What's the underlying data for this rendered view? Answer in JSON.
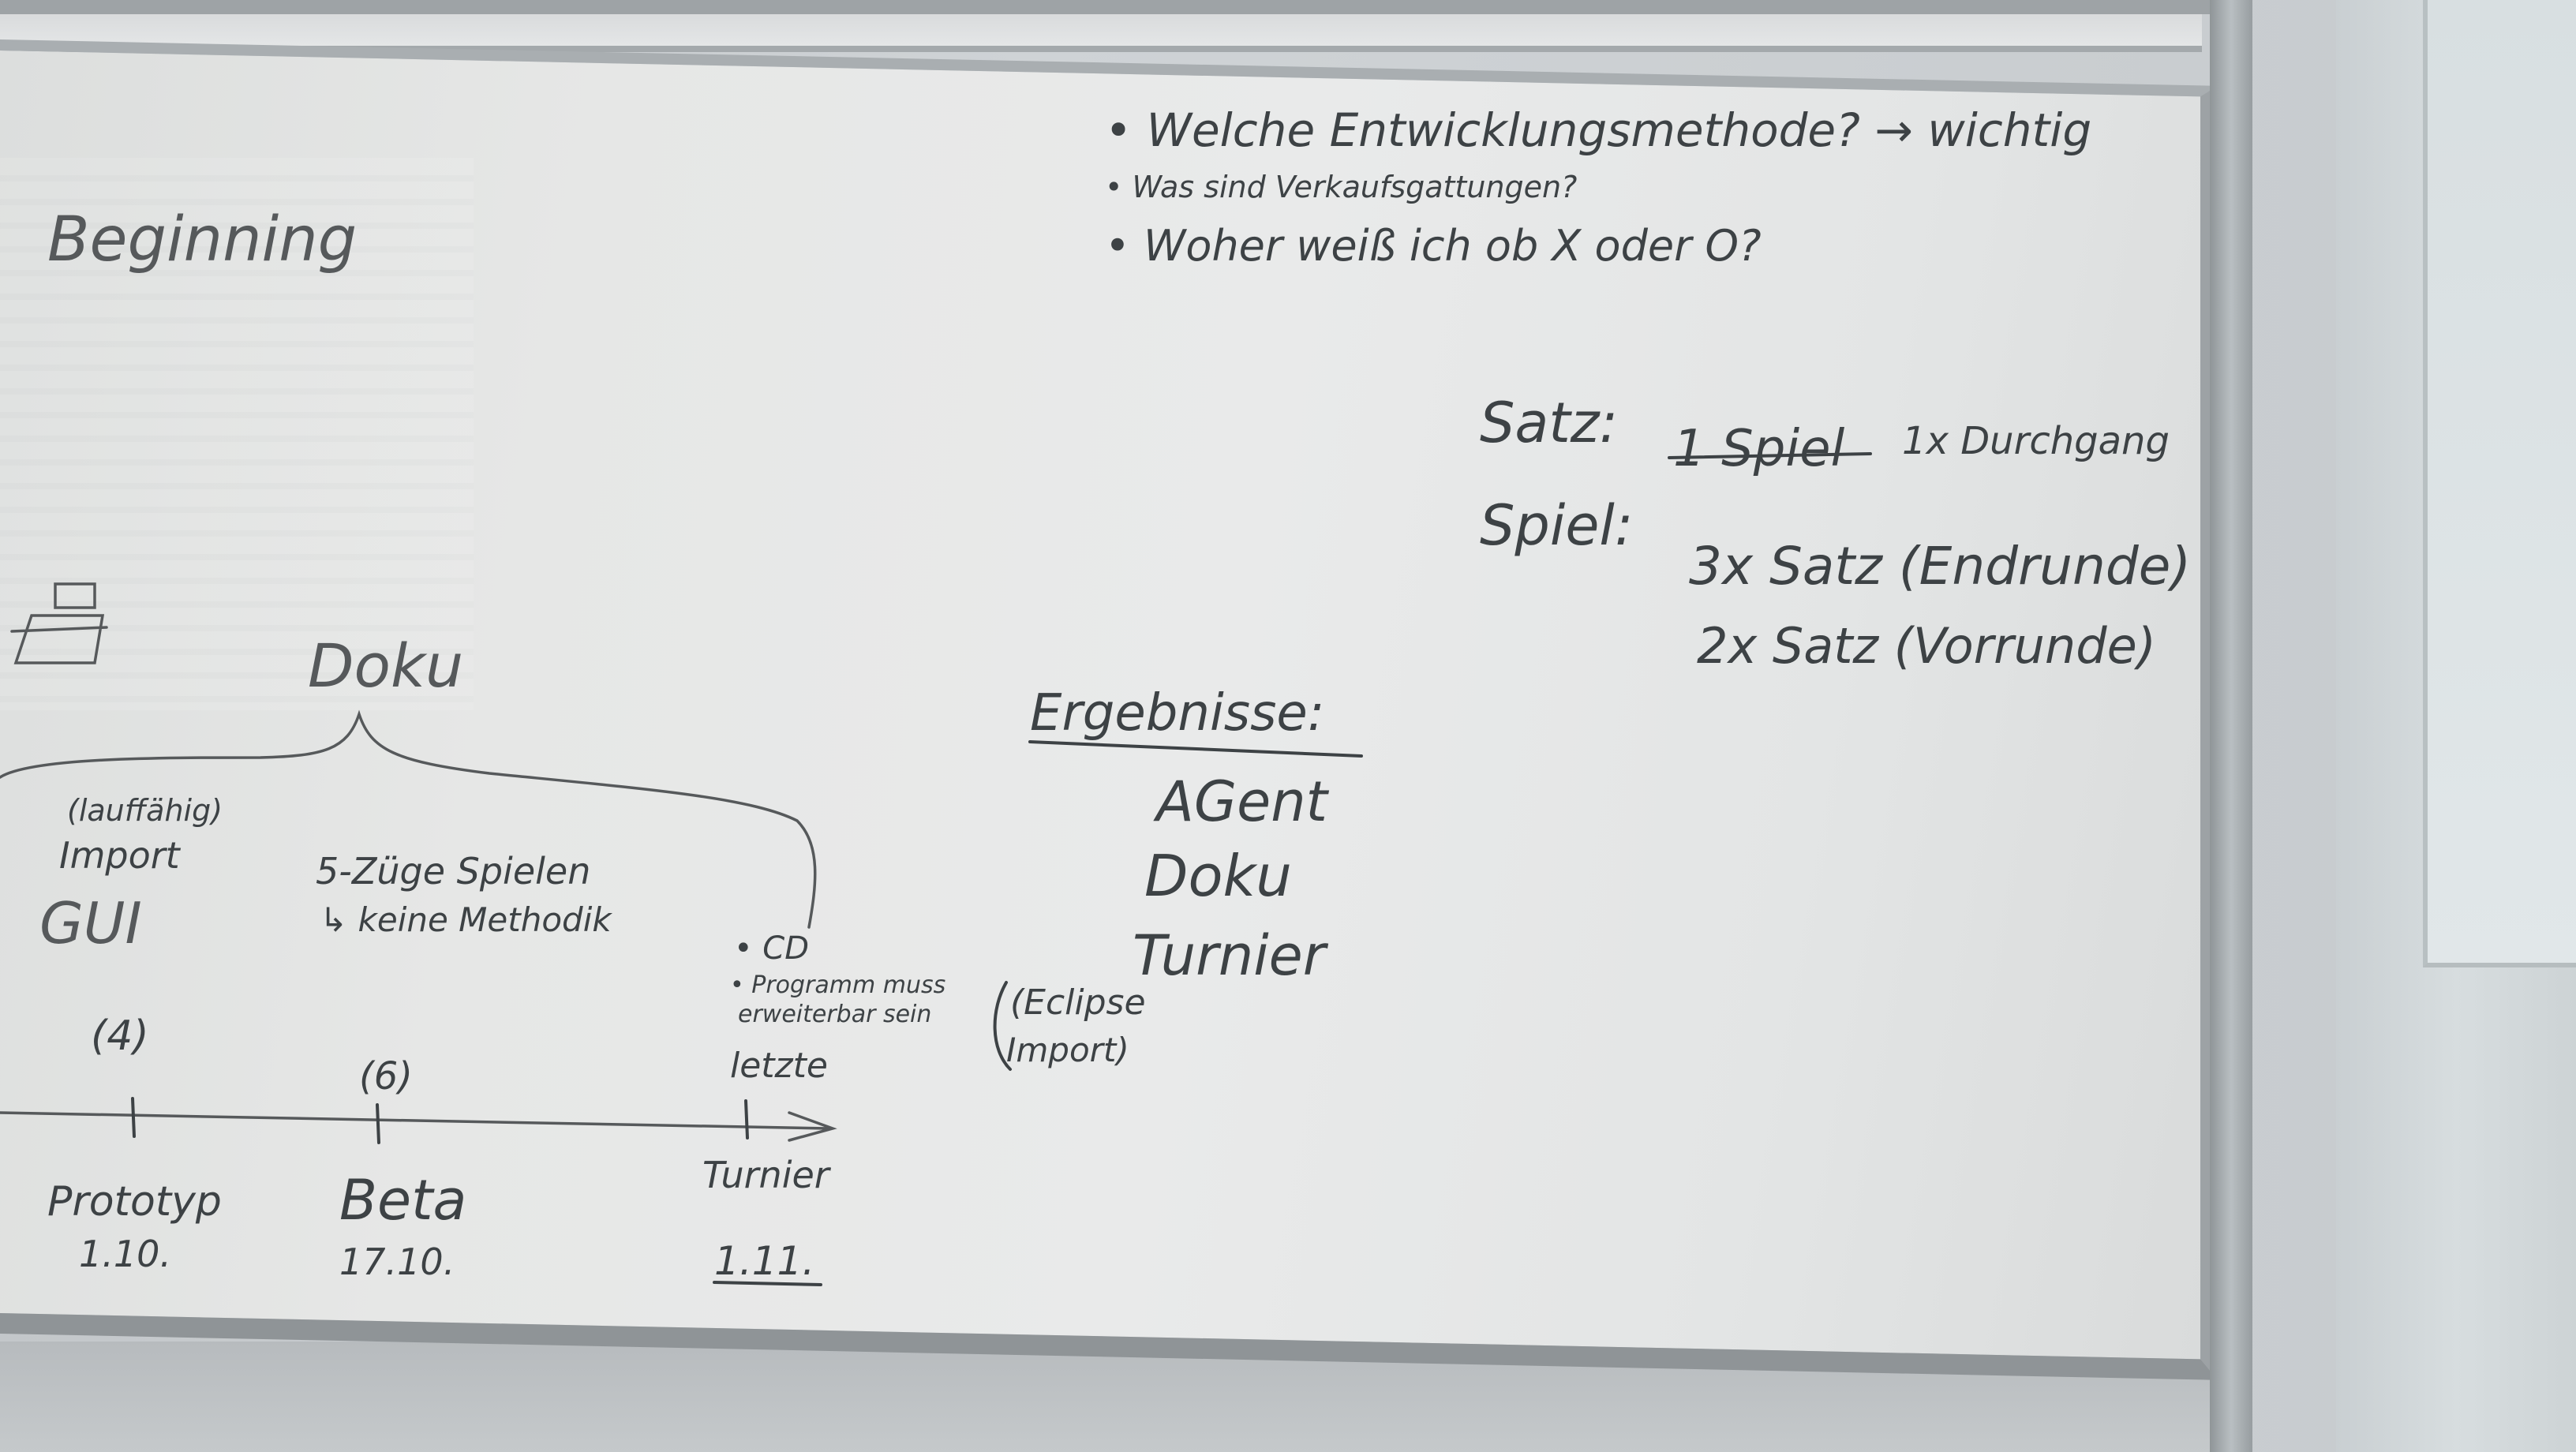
{
  "board": {
    "title_left": "Beginning",
    "questions": [
      "• Welche Entwicklungsmethode? → wichtig",
      "• Was sind Verkaufsgattungen?",
      "• Woher weiß ich ob X oder O?"
    ],
    "definitions": {
      "satz_label": "Satz:",
      "satz_struck": "1 Spiel",
      "satz_value": "1x Durchgang",
      "spiel_label": "Spiel:",
      "spiel_line1": "3x Satz (Endrunde)",
      "spiel_line2": "2x Satz (Vorrunde)"
    },
    "doku_label": "Doku",
    "prototype_notes": {
      "parenthetical": "(lauffähig)",
      "import": "Import",
      "gui": "GUI"
    },
    "beta_notes": {
      "line1": "5-Züge Spielen",
      "line2": "↳ keine Methodik"
    },
    "final_notes": {
      "cd": "• CD",
      "program_line1": "• Programm muss",
      "program_line2": "erweiterbar sein",
      "eclipse": "(Eclipse",
      "import": "Import)",
      "letzte": "letzte"
    },
    "counts": {
      "prototype": "(4)",
      "beta": "(6)"
    },
    "milestones": [
      {
        "label": "Prototyp",
        "date": "1.10."
      },
      {
        "label": "Beta",
        "date": "17.10."
      },
      {
        "label": "Turnier",
        "date": "1.11."
      }
    ],
    "results": {
      "heading": "Ergebnisse:",
      "items": [
        "AGent",
        "Doku",
        "Turnier"
      ]
    }
  }
}
